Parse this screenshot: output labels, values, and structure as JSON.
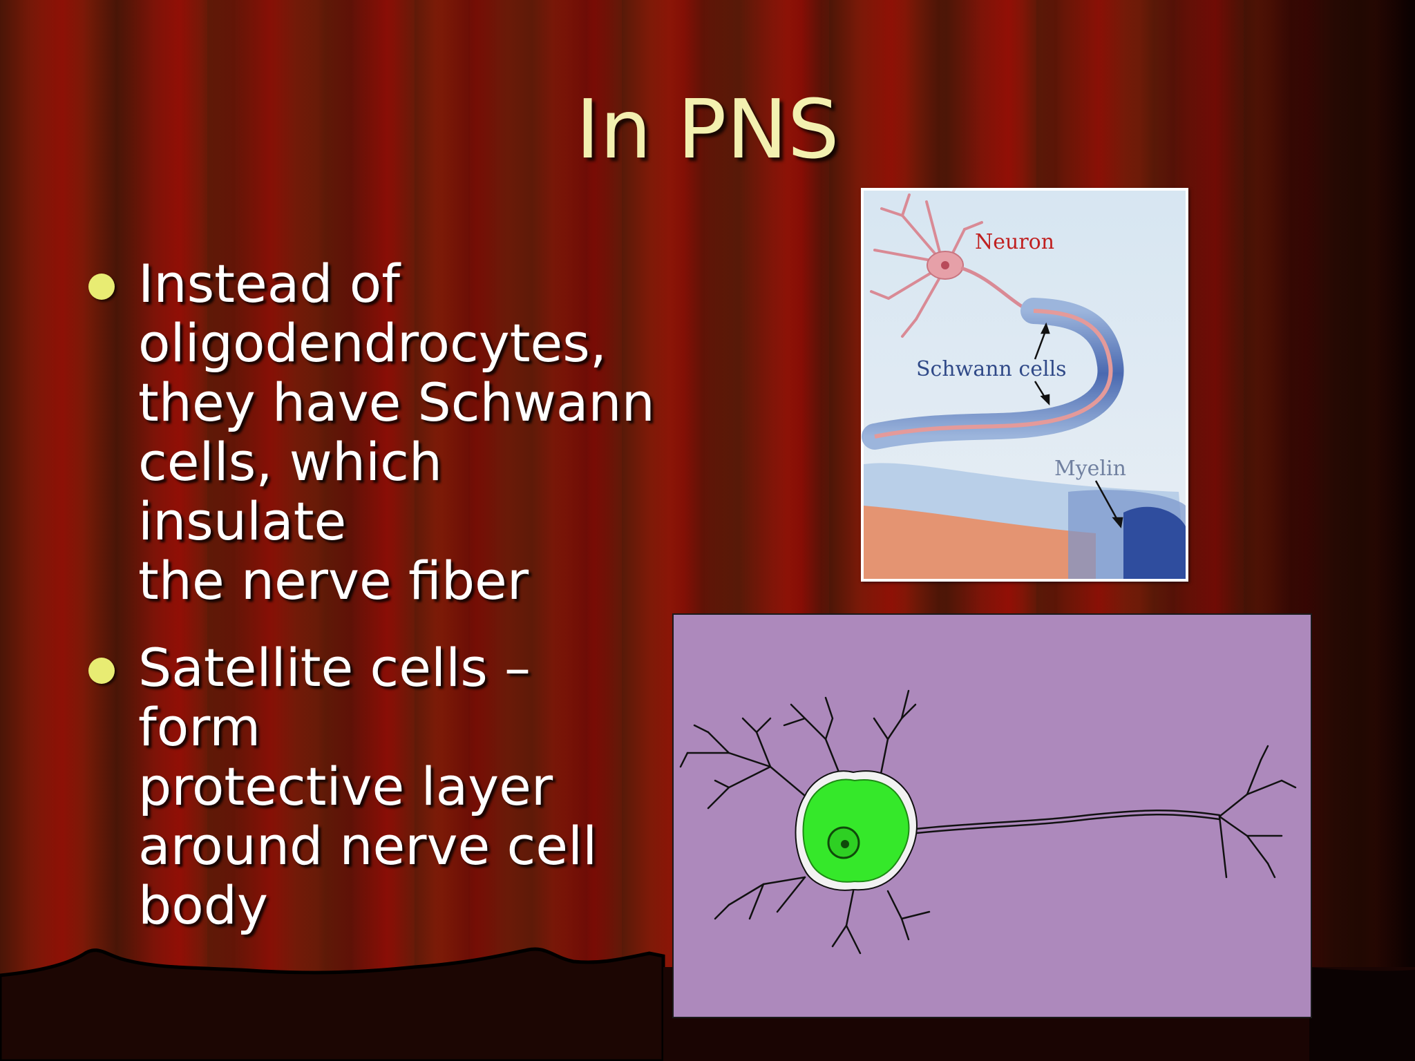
{
  "slide": {
    "title": "In PNS",
    "bullets": [
      {
        "text": "Instead of\noligodendrocytes,\nthey have Schwann\ncells,  which insulate\nthe nerve fiber"
      },
      {
        "text": "Satellite cells – form\nprotective layer\naround nerve cell\nbody"
      }
    ]
  },
  "figure_schwann": {
    "labels": {
      "neuron": "Neuron",
      "schwann": "Schwann cells",
      "myelin": "Myelin"
    }
  },
  "colors": {
    "title": "#f3f0b0",
    "bullet_dot": "#e8ec73",
    "neuron_panel_bg": "#ad89bc",
    "cell_body": "#35e82a"
  }
}
